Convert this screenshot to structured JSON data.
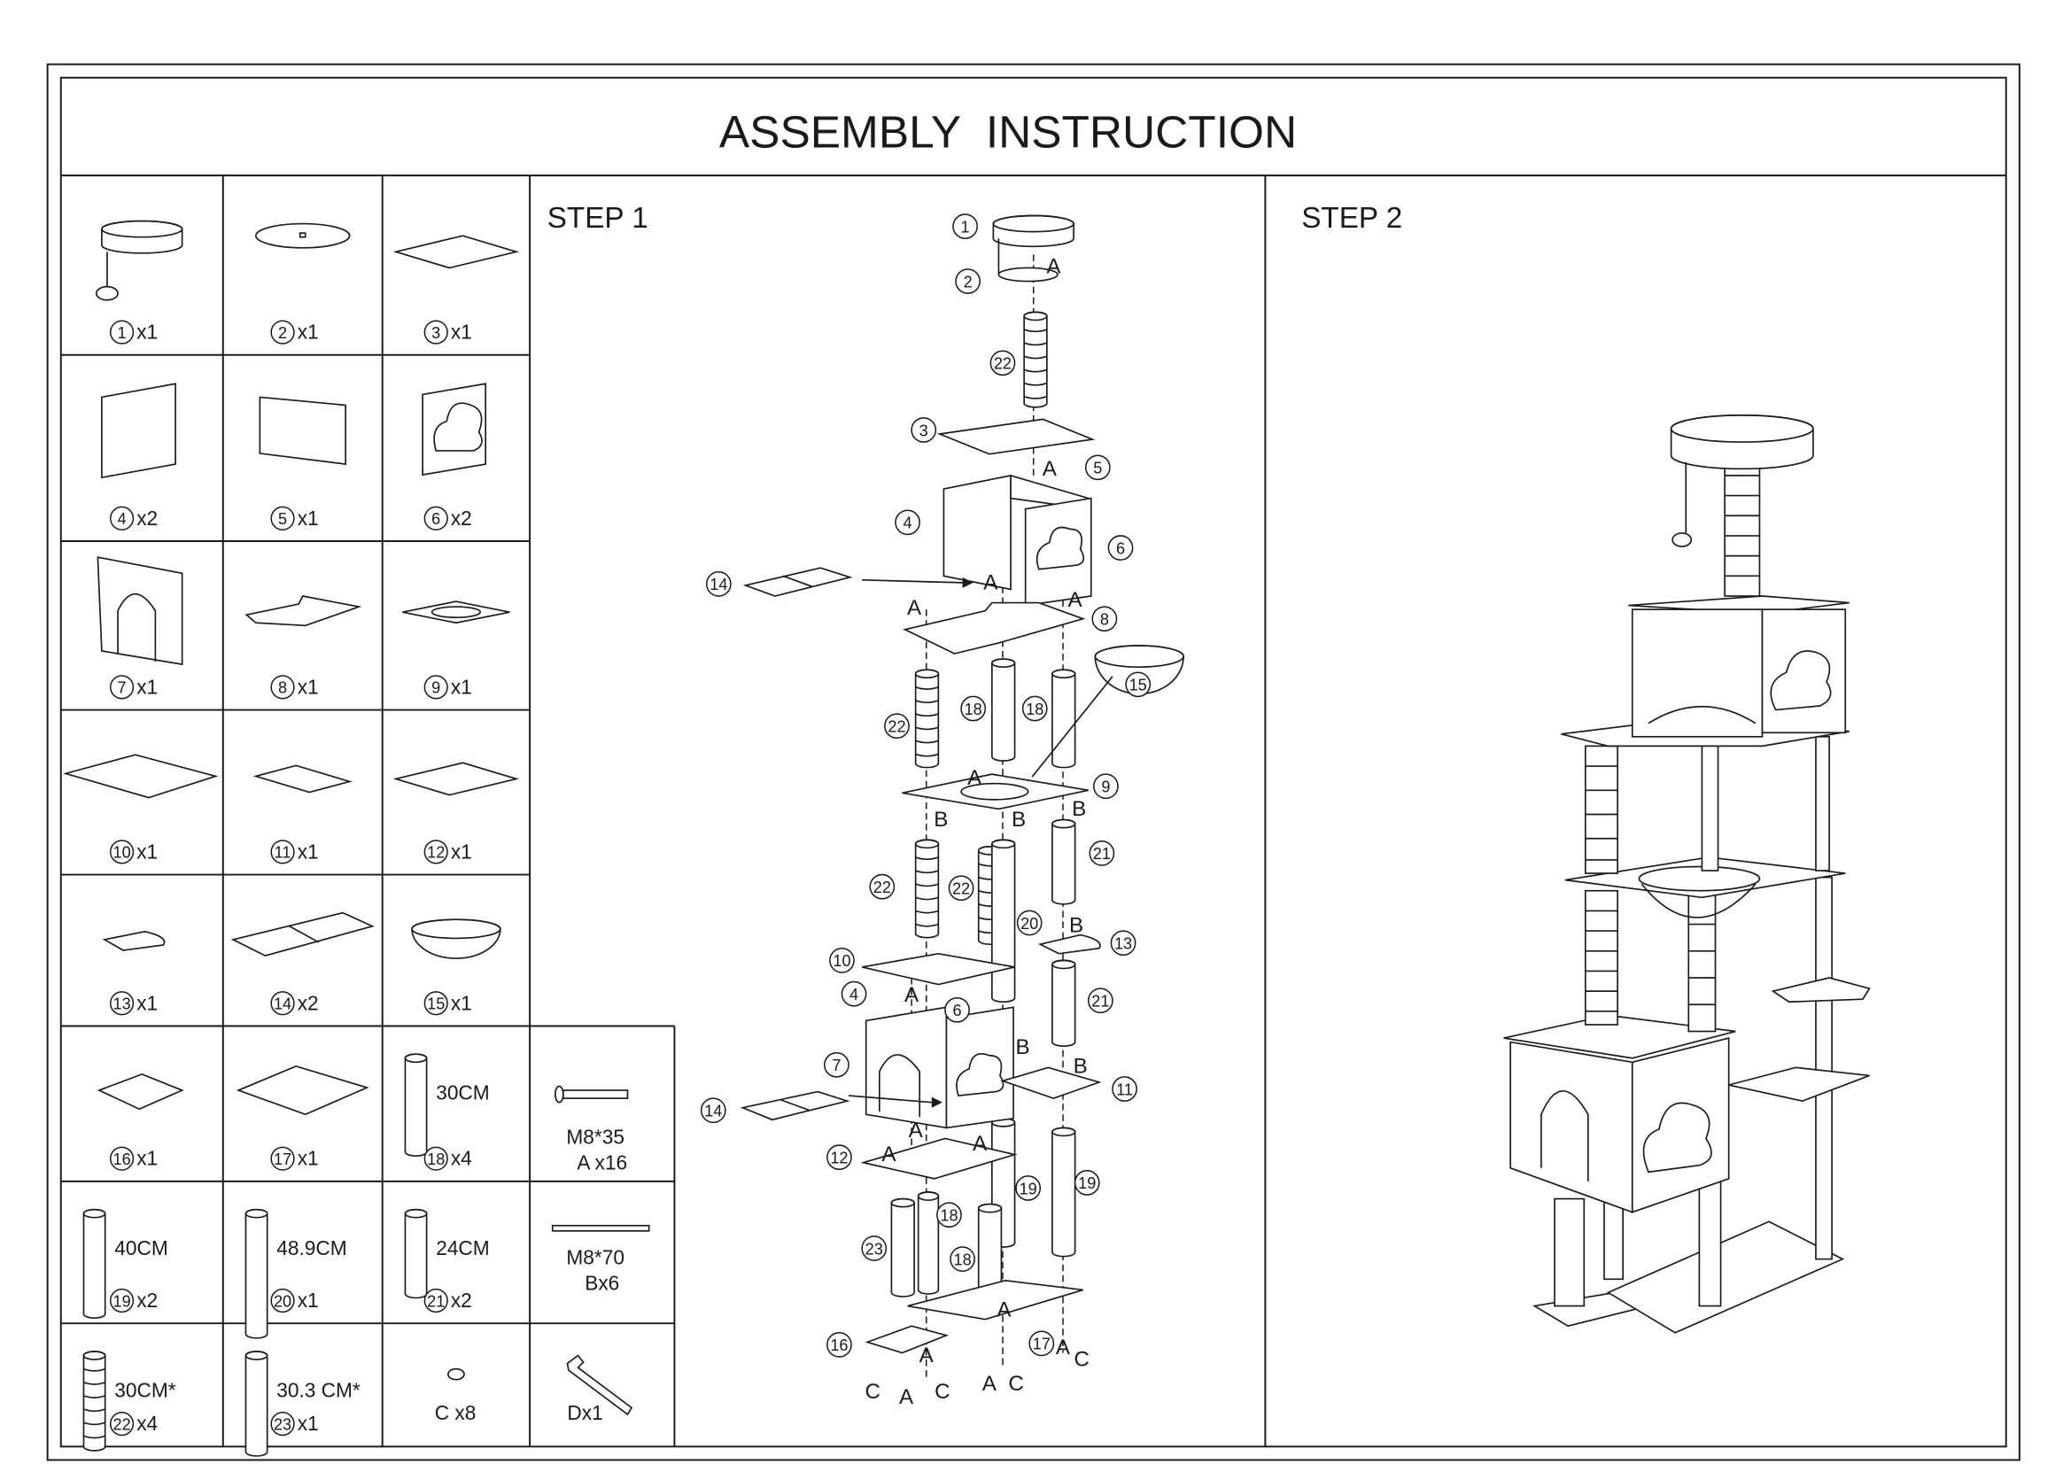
{
  "title": "ASSEMBLY  INSTRUCTION",
  "parts_list": [
    {
      "num": "1",
      "qty": "x1",
      "icon": "round-bed-with-ball"
    },
    {
      "num": "2",
      "qty": "x1",
      "icon": "round-disc"
    },
    {
      "num": "3",
      "qty": "x1",
      "icon": "square-board"
    },
    {
      "num": "4",
      "qty": "x2",
      "icon": "side-panel"
    },
    {
      "num": "5",
      "qty": "x1",
      "icon": "back-panel"
    },
    {
      "num": "6",
      "qty": "x2",
      "icon": "cloud-hole-panel"
    },
    {
      "num": "7",
      "qty": "x1",
      "icon": "arch-door-panel"
    },
    {
      "num": "8",
      "qty": "x1",
      "icon": "l-shaped-board"
    },
    {
      "num": "9",
      "qty": "x1",
      "icon": "ring-board"
    },
    {
      "num": "10",
      "qty": "x1",
      "icon": "large-board"
    },
    {
      "num": "11",
      "qty": "x1",
      "icon": "medium-board"
    },
    {
      "num": "12",
      "qty": "x1",
      "icon": "square-board"
    },
    {
      "num": "13",
      "qty": "x1",
      "icon": "small-step"
    },
    {
      "num": "14",
      "qty": "x2",
      "icon": "plush-mat"
    },
    {
      "num": "15",
      "qty": "x1",
      "icon": "bowl-basket"
    },
    {
      "num": "16",
      "qty": "x1",
      "icon": "small-base-board"
    },
    {
      "num": "17",
      "qty": "x1",
      "icon": "base-board"
    },
    {
      "num": "18",
      "qty": "x4",
      "icon": "post",
      "size": "30CM"
    },
    {
      "num": "19",
      "qty": "x2",
      "icon": "post",
      "size": "40CM"
    },
    {
      "num": "20",
      "qty": "x1",
      "icon": "post",
      "size": "48.9CM"
    },
    {
      "num": "21",
      "qty": "x2",
      "icon": "post",
      "size": "24CM"
    },
    {
      "num": "22",
      "qty": "x4",
      "icon": "sisal-post",
      "size": "30CM*"
    },
    {
      "num": "23",
      "qty": "x1",
      "icon": "post",
      "size": "30.3 CM*"
    }
  ],
  "hardware": [
    {
      "spec": "M8*35",
      "code": "A x16",
      "icon": "screw"
    },
    {
      "spec": "M8*70",
      "code": "Bx6",
      "icon": "double-bolt"
    },
    {
      "spec": "",
      "code": "C x8",
      "icon": "foot-cap"
    },
    {
      "spec": "",
      "code": "Dx1",
      "icon": "hex-key"
    }
  ],
  "step1": {
    "title": "STEP 1",
    "callouts": [
      "1",
      "2",
      "22",
      "3",
      "5",
      "4",
      "6",
      "14",
      "8",
      "15",
      "22",
      "18",
      "18",
      "9",
      "21",
      "22",
      "22",
      "20",
      "13",
      "10",
      "4",
      "6",
      "21",
      "7",
      "11",
      "14",
      "12",
      "19",
      "19",
      "18",
      "23",
      "18",
      "16",
      "17"
    ],
    "letters": [
      "A",
      "A",
      "A",
      "A",
      "A",
      "A",
      "B",
      "B",
      "B",
      "B",
      "B",
      "B",
      "A",
      "A",
      "A",
      "A",
      "A",
      "A",
      "A",
      "C",
      "A",
      "C",
      "A",
      "C",
      "C"
    ]
  },
  "step2": {
    "title": "STEP 2"
  }
}
